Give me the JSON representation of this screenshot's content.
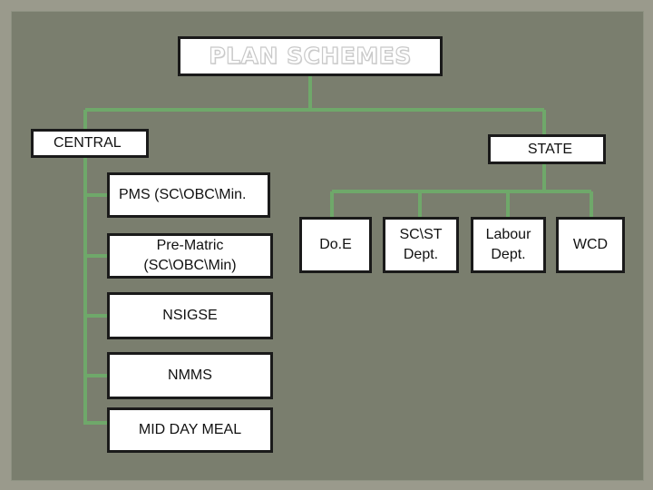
{
  "diagram": {
    "title": "PLAN SCHEMES",
    "central": {
      "label": "CENTRAL",
      "children": [
        "PMS (SC\\OBC\\Min.",
        "Pre-Matric (SC\\OBC\\Min)",
        "NSIGSE",
        "NMMS",
        "MID DAY MEAL"
      ]
    },
    "state": {
      "label": "STATE",
      "children": [
        "Do.E",
        "SC\\ST Dept.",
        "Labour Dept.",
        "WCD"
      ]
    },
    "colors": {
      "background": "#7a7e6e",
      "connector": "#6fa86a",
      "box_fill": "#ffffff",
      "box_border": "#1a1a1a"
    }
  }
}
